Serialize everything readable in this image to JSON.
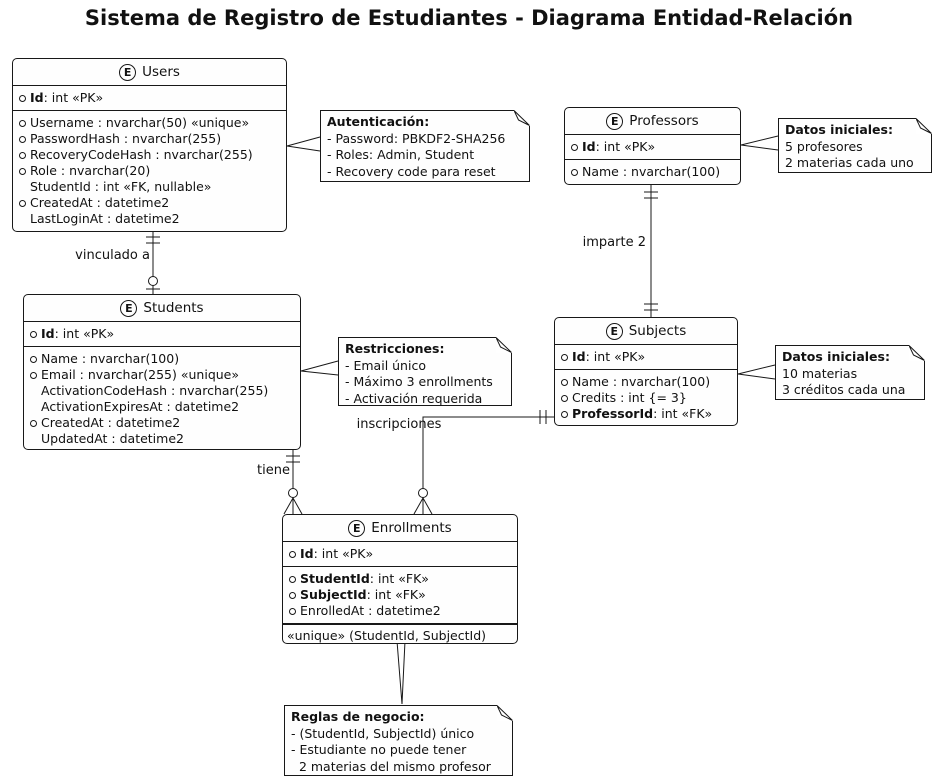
{
  "title": "Sistema de Registro de Estudiantes - Diagrama Entidad-Relación",
  "colors": {
    "line": "#181818",
    "box_fill": "#fefefe",
    "background": "#ffffff",
    "text": "#111111"
  },
  "entities": {
    "users": {
      "name": "Users",
      "icon": "E",
      "pk": [
        {
          "bullet": true,
          "bold": "Id",
          "text": " : int «PK»"
        }
      ],
      "fields": [
        {
          "bullet": true,
          "bold": null,
          "text": "Username : nvarchar(50) «unique»"
        },
        {
          "bullet": true,
          "bold": null,
          "text": "PasswordHash : nvarchar(255)"
        },
        {
          "bullet": true,
          "bold": null,
          "text": "RecoveryCodeHash : nvarchar(255)"
        },
        {
          "bullet": true,
          "bold": null,
          "text": "Role : nvarchar(20)"
        },
        {
          "bullet": false,
          "bold": null,
          "text": "StudentId : int «FK, nullable»"
        },
        {
          "bullet": true,
          "bold": null,
          "text": "CreatedAt : datetime2"
        },
        {
          "bullet": false,
          "bold": null,
          "text": "LastLoginAt : datetime2"
        }
      ]
    },
    "professors": {
      "name": "Professors",
      "icon": "E",
      "pk": [
        {
          "bullet": true,
          "bold": "Id",
          "text": " : int «PK»"
        }
      ],
      "fields": [
        {
          "bullet": true,
          "bold": null,
          "text": "Name : nvarchar(100)"
        }
      ]
    },
    "students": {
      "name": "Students",
      "icon": "E",
      "pk": [
        {
          "bullet": true,
          "bold": "Id",
          "text": " : int «PK»"
        }
      ],
      "fields": [
        {
          "bullet": true,
          "bold": null,
          "text": "Name : nvarchar(100)"
        },
        {
          "bullet": true,
          "bold": null,
          "text": "Email : nvarchar(255) «unique»"
        },
        {
          "bullet": false,
          "bold": null,
          "text": "ActivationCodeHash : nvarchar(255)"
        },
        {
          "bullet": false,
          "bold": null,
          "text": "ActivationExpiresAt : datetime2"
        },
        {
          "bullet": true,
          "bold": null,
          "text": "CreatedAt : datetime2"
        },
        {
          "bullet": false,
          "bold": null,
          "text": "UpdatedAt : datetime2"
        }
      ]
    },
    "subjects": {
      "name": "Subjects",
      "icon": "E",
      "pk": [
        {
          "bullet": true,
          "bold": "Id",
          "text": " : int «PK»"
        }
      ],
      "fields": [
        {
          "bullet": true,
          "bold": null,
          "text": "Name : nvarchar(100)"
        },
        {
          "bullet": true,
          "bold": null,
          "text": "Credits : int {= 3}"
        },
        {
          "bullet": true,
          "bold": "ProfessorId",
          "text": " : int «FK»"
        }
      ]
    },
    "enrollments": {
      "name": "Enrollments",
      "icon": "E",
      "pk": [
        {
          "bullet": true,
          "bold": "Id",
          "text": " : int «PK»"
        }
      ],
      "fields": [
        {
          "bullet": true,
          "bold": "StudentId",
          "text": " : int «FK»"
        },
        {
          "bullet": true,
          "bold": "SubjectId",
          "text": " : int «FK»"
        },
        {
          "bullet": true,
          "bold": null,
          "text": "EnrolledAt : datetime2"
        }
      ],
      "constraint": "«unique» (StudentId, SubjectId)"
    }
  },
  "notes": {
    "autenticacion": {
      "title": "Autenticación:",
      "lines": [
        "- Password: PBKDF2-SHA256",
        "- Roles: Admin, Student",
        "- Recovery code para reset"
      ]
    },
    "datos_profesores": {
      "title": "Datos iniciales:",
      "lines": [
        "5 profesores",
        "2 materias cada uno"
      ]
    },
    "restricciones": {
      "title": "Restricciones:",
      "lines": [
        "- Email único",
        "- Máximo 3 enrollments",
        "- Activación requerida"
      ]
    },
    "datos_materias": {
      "title": "Datos iniciales:",
      "lines": [
        "10 materias",
        "3 créditos cada una"
      ]
    },
    "reglas_negocio": {
      "title": "Reglas de negocio:",
      "lines": [
        "- (StudentId, SubjectId) único",
        "- Estudiante no puede tener",
        "  2 materias del mismo profesor"
      ]
    }
  },
  "relationships": [
    {
      "from": "Users",
      "to": "Students",
      "label": "vinculado a",
      "from_cardinality": "exactly-one",
      "to_cardinality": "zero-or-one"
    },
    {
      "from": "Professors",
      "to": "Subjects",
      "label": "imparte 2",
      "from_cardinality": "exactly-one",
      "to_cardinality": "exactly-one"
    },
    {
      "from": "Students",
      "to": "Enrollments",
      "label": "tiene",
      "from_cardinality": "exactly-one",
      "to_cardinality": "zero-or-many"
    },
    {
      "from": "Subjects",
      "to": "Enrollments",
      "label": "inscripciones",
      "from_cardinality": "exactly-one",
      "to_cardinality": "zero-or-many"
    }
  ]
}
